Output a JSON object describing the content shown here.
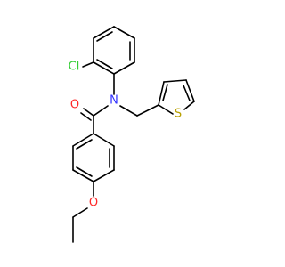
{
  "molecule": {
    "atoms": {
      "cl": {
        "symbol": "Cl",
        "color": "#33cc33"
      },
      "n": {
        "symbol": "N",
        "color": "#3333ff"
      },
      "o_carbonyl": {
        "symbol": "O",
        "color": "#ff2a2a"
      },
      "s": {
        "symbol": "S",
        "color": "#b8a000"
      },
      "o_ether": {
        "symbol": "O",
        "color": "#ff2a2a"
      }
    }
  }
}
